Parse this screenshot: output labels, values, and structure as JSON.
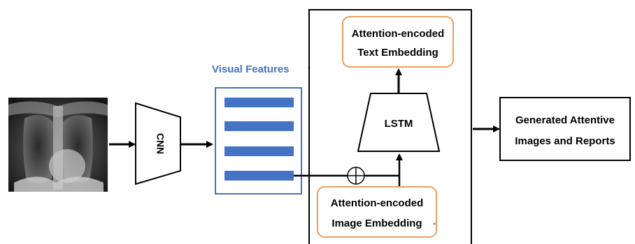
{
  "labels": {
    "cnn": "CNN",
    "visual_features": "Visual Features",
    "lstm": "LSTM",
    "text_embedding_line1": "Attention-encoded",
    "text_embedding_line2": "Text Embedding",
    "image_embedding_line1": "Attention-encoded",
    "image_embedding_line2": "Image Embedding",
    "output_line1": "Generated Attentive",
    "output_line2": "Images and Reports"
  },
  "colors": {
    "feature_blue": "#4472c4",
    "visual_features_text": "#4472c4",
    "embedding_border": "#e8a060",
    "line": "#000000"
  },
  "icons": {
    "combine": "circled-plus-icon",
    "input_image": "chest-xray-image"
  }
}
